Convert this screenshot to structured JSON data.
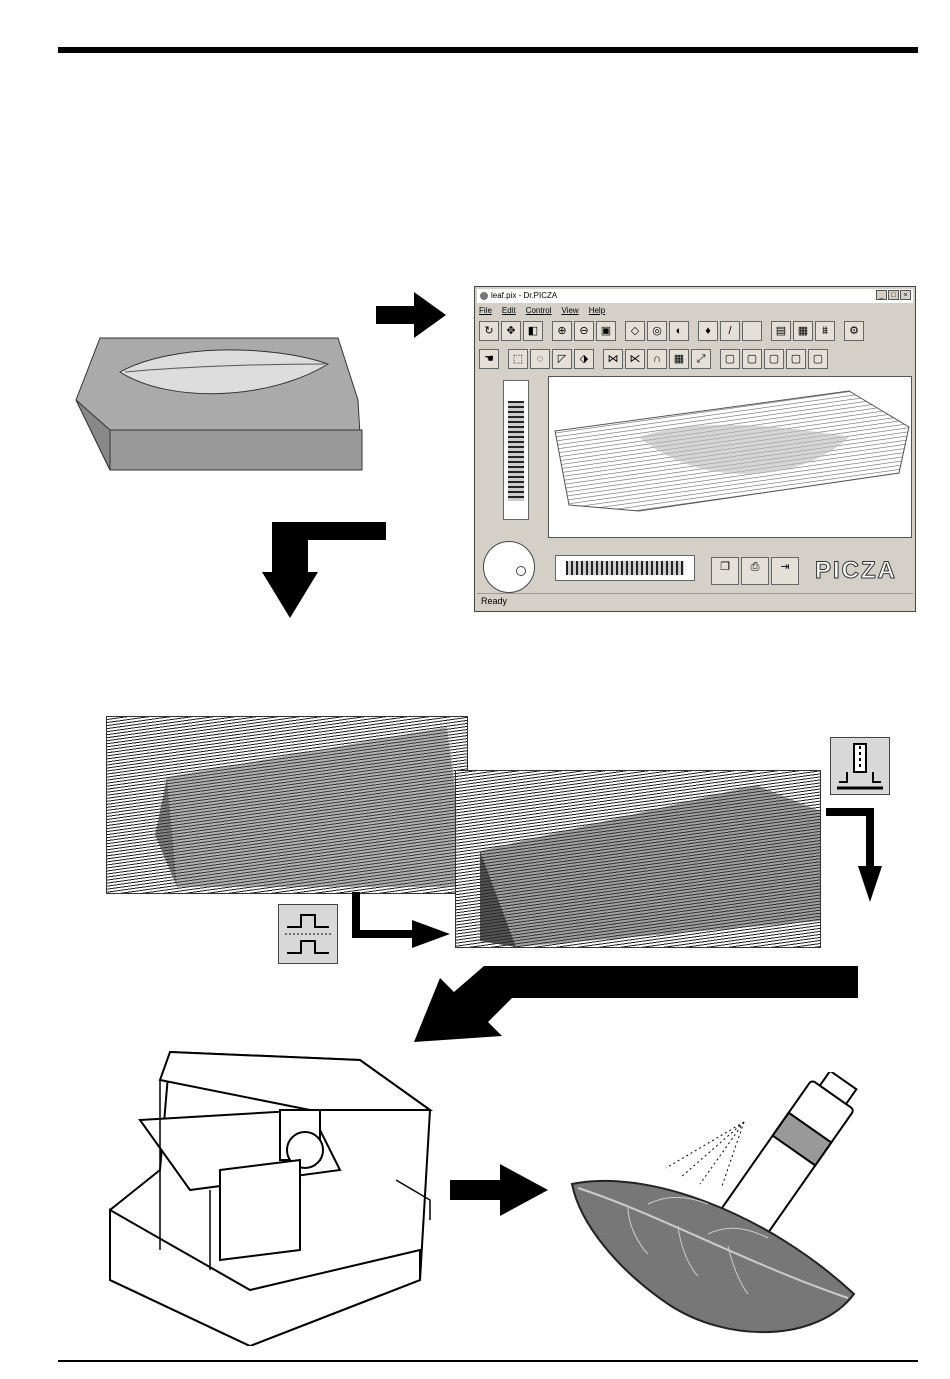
{
  "window": {
    "title": "leaf.pix - Dr.PICZA",
    "controls": [
      "_",
      "□",
      "×"
    ],
    "menu": [
      "File",
      "Edit",
      "Control",
      "View",
      "Help"
    ],
    "status": "Ready",
    "brand": "PICZA"
  }
}
